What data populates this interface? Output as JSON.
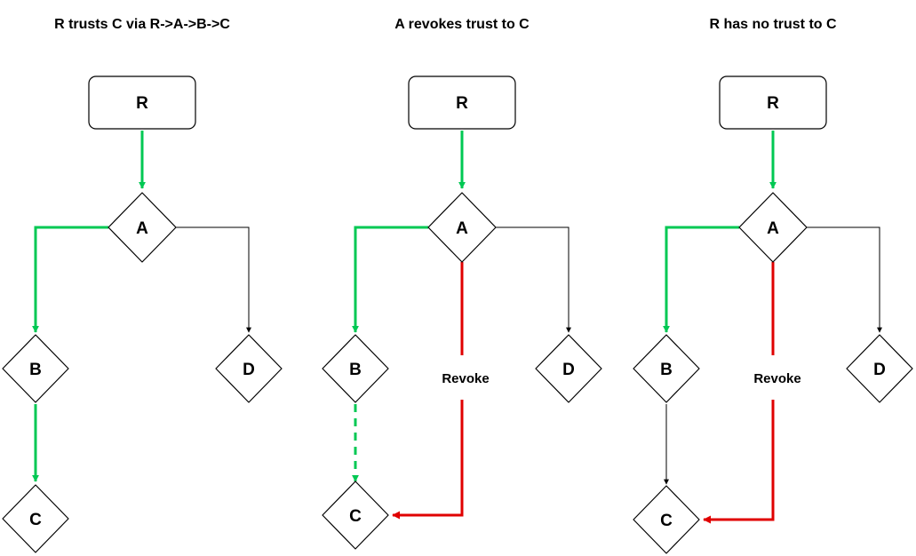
{
  "colors": {
    "trust": "#00c853",
    "revoke": "#e00000",
    "plain": "#000000"
  },
  "panels": [
    {
      "title": "R trusts C via R->A->B->C",
      "nodes": {
        "R": "R",
        "A": "A",
        "B": "B",
        "C": "C",
        "D": "D"
      },
      "edge_label": ""
    },
    {
      "title": "A revokes trust to C",
      "nodes": {
        "R": "R",
        "A": "A",
        "B": "B",
        "C": "C",
        "D": "D"
      },
      "edge_label": "Revoke"
    },
    {
      "title": "R has no trust to C",
      "nodes": {
        "R": "R",
        "A": "A",
        "B": "B",
        "C": "C",
        "D": "D"
      },
      "edge_label": "Revoke"
    }
  ]
}
